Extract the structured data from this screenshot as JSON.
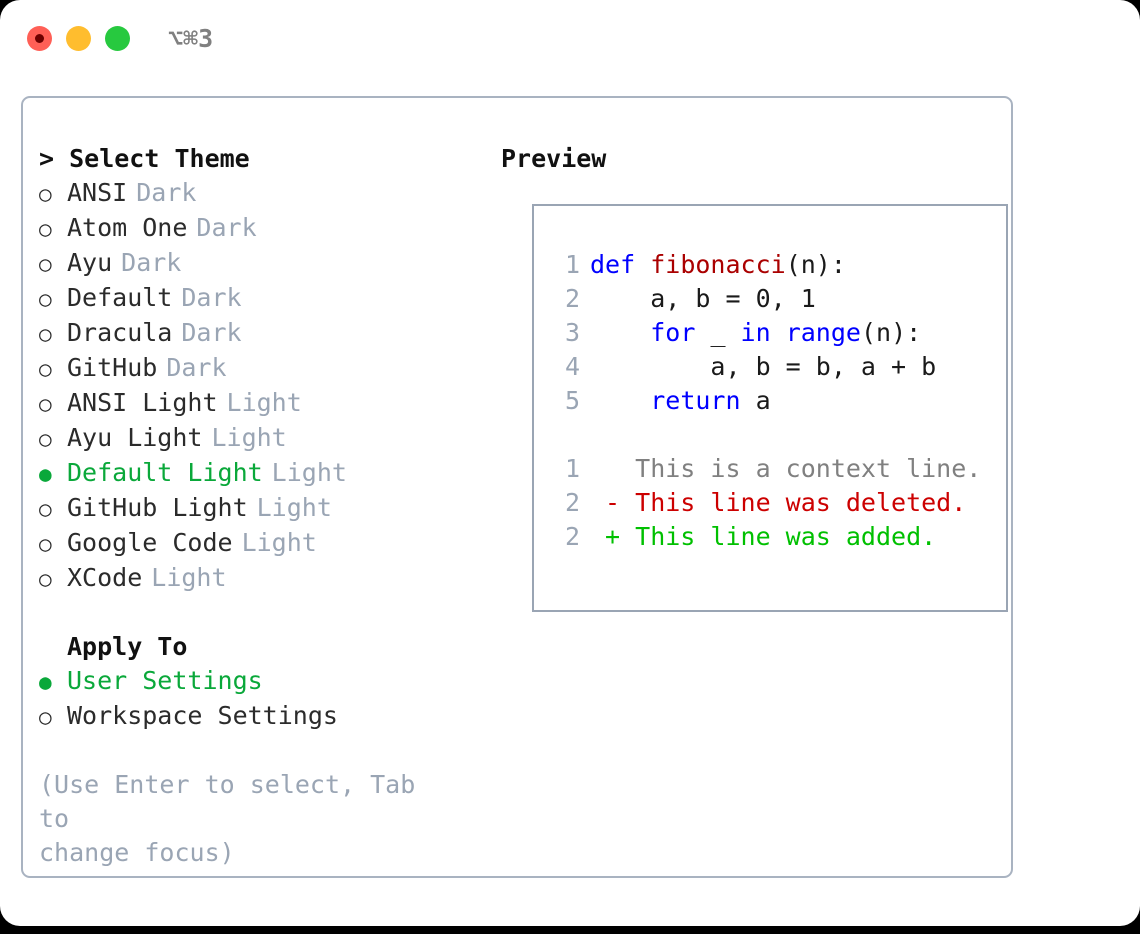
{
  "window": {
    "shortcut": "⌥⌘3",
    "traffic_lights": [
      {
        "name": "close",
        "color": "#ff5f56"
      },
      {
        "name": "minimize",
        "color": "#ffbd2e"
      },
      {
        "name": "maximize",
        "color": "#27c93f"
      }
    ]
  },
  "theme_picker": {
    "header": "> Select Theme",
    "selected_marker": "●",
    "unselected_marker": "○",
    "items": [
      {
        "marker": "○",
        "label": "ANSI",
        "tag": "Dark",
        "selected": false
      },
      {
        "marker": "○",
        "label": "Atom One",
        "tag": "Dark",
        "selected": false
      },
      {
        "marker": "○",
        "label": "Ayu",
        "tag": "Dark",
        "selected": false
      },
      {
        "marker": "○",
        "label": "Default",
        "tag": "Dark",
        "selected": false
      },
      {
        "marker": "○",
        "label": "Dracula",
        "tag": "Dark",
        "selected": false
      },
      {
        "marker": "○",
        "label": "GitHub",
        "tag": "Dark",
        "selected": false
      },
      {
        "marker": "○",
        "label": "ANSI Light",
        "tag": "Light",
        "selected": false
      },
      {
        "marker": "○",
        "label": "Ayu Light",
        "tag": "Light",
        "selected": false
      },
      {
        "marker": "●",
        "label": "Default Light",
        "tag": "Light",
        "selected": true
      },
      {
        "marker": "○",
        "label": "GitHub Light",
        "tag": "Light",
        "selected": false
      },
      {
        "marker": "○",
        "label": "Google Code",
        "tag": "Light",
        "selected": false
      },
      {
        "marker": "○",
        "label": "XCode",
        "tag": "Light",
        "selected": false
      }
    ]
  },
  "apply_to": {
    "header": "Apply To",
    "items": [
      {
        "marker": "●",
        "label": "User Settings",
        "selected": true
      },
      {
        "marker": "○",
        "label": "Workspace Settings",
        "selected": false
      }
    ]
  },
  "hint": "(Use Enter to select, Tab to\nchange focus)",
  "preview": {
    "header": "Preview",
    "code_lines": [
      {
        "no": "1",
        "tokens": [
          {
            "t": "def ",
            "c": "kw"
          },
          {
            "t": "fibonacci",
            "c": "fn"
          },
          {
            "t": "(n):",
            "c": "pl"
          }
        ]
      },
      {
        "no": "2",
        "tokens": [
          {
            "t": "    a, b = 0, 1",
            "c": "pl"
          }
        ]
      },
      {
        "no": "3",
        "tokens": [
          {
            "t": "    ",
            "c": "pl"
          },
          {
            "t": "for ",
            "c": "kw"
          },
          {
            "t": "_ ",
            "c": "pl"
          },
          {
            "t": "in ",
            "c": "kw"
          },
          {
            "t": "range",
            "c": "kw"
          },
          {
            "t": "(n):",
            "c": "pl"
          }
        ]
      },
      {
        "no": "4",
        "tokens": [
          {
            "t": "        a, b = b, a + b",
            "c": "pl"
          }
        ]
      },
      {
        "no": "5",
        "tokens": [
          {
            "t": "    ",
            "c": "pl"
          },
          {
            "t": "return ",
            "c": "kw"
          },
          {
            "t": "a",
            "c": "pl"
          }
        ]
      }
    ],
    "diff_lines": [
      {
        "no": "1",
        "sign": "  ",
        "text": "This is a context line.",
        "kind": "ctx"
      },
      {
        "no": "2",
        "sign": "- ",
        "text": "This line was deleted.",
        "kind": "del"
      },
      {
        "no": "2",
        "sign": "+ ",
        "text": "This line was added.",
        "kind": "add"
      }
    ]
  },
  "colors": {
    "accent_green": "#0aa83a",
    "muted": "#9aa5b4",
    "keyword_blue": "#0000ff",
    "function_red": "#aa0000",
    "diff_delete": "#cc0000",
    "diff_add": "#00c000",
    "diff_context": "#808080",
    "panel_border": "#a9b3c1"
  }
}
